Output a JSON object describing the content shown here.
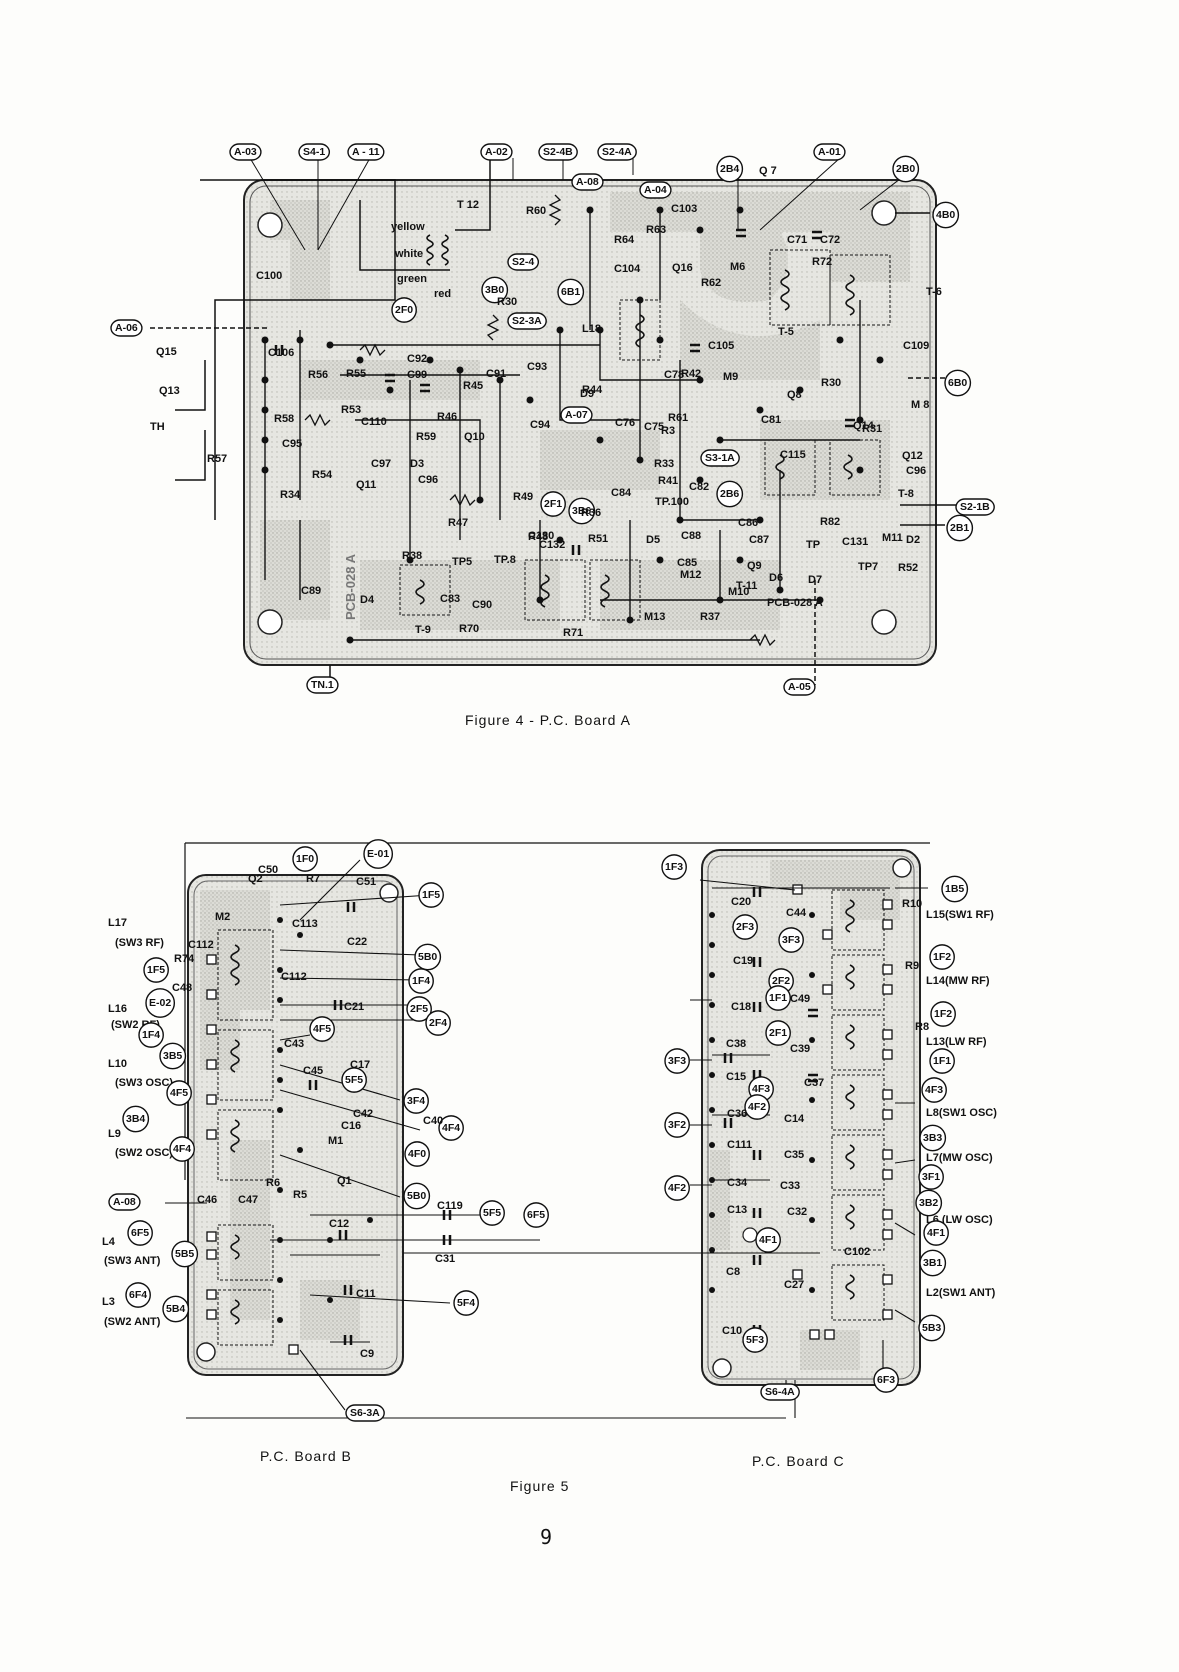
{
  "figure4": {
    "caption": "Figure 4 - P.C. Board A",
    "connectors_top": [
      "A-03",
      "S4-1",
      "A - 11",
      "A-02",
      "S2-4B",
      "S2-4A",
      "A-01",
      "A-08",
      "A-04",
      "2B4",
      "2B0",
      "4B0",
      "S2-4",
      "3B0",
      "6B1",
      "S2-3A",
      "2F0",
      "A-06",
      "6B0",
      "A-07",
      "S3-1A",
      "2B6",
      "2F1",
      "3B6",
      "S2-1B",
      "2B1",
      "TN.1",
      "A-05"
    ],
    "components": [
      "T 12",
      "yellow",
      "white",
      "green",
      "red",
      "R60",
      "Q 7",
      "C103",
      "R64",
      "R63",
      "C71",
      "C72",
      "M6",
      "R72",
      "C104",
      "Q16",
      "R62",
      "T-6",
      "R30",
      "L18",
      "T-5",
      "C105",
      "C109",
      "C100",
      "C106",
      "R56",
      "R55",
      "C92",
      "C99",
      "C91",
      "R45",
      "C93",
      "R42",
      "M9",
      "R30",
      "M 8",
      "Q15",
      "Q13",
      "R53",
      "C110",
      "D9",
      "R44",
      "C78",
      "Q8",
      "R58",
      "R46",
      "R59",
      "Q10",
      "C94",
      "R61",
      "C75",
      "C81",
      "Q14",
      "TH",
      "C95",
      "C97",
      "D3",
      "R3",
      "C76",
      "R31",
      "Q12",
      "R57",
      "R54",
      "C96",
      "R34",
      "R33",
      "C115",
      "C96",
      "Q11",
      "R41",
      "C82",
      "T-8",
      "R49",
      "R36",
      "C84",
      "TP.100",
      "R82",
      "R47",
      "R48",
      "C130",
      "C88",
      "C86",
      "C87",
      "TP",
      "C131",
      "C132",
      "M11",
      "R51",
      "D5",
      "C85",
      "Q9",
      "D6",
      "D7",
      "D2",
      "TP7",
      "R52",
      "R38",
      "TP5",
      "TP.8",
      "M12",
      "M10",
      "T-11",
      "PCB-028 A",
      "C89",
      "D4",
      "C83",
      "C90",
      "M13",
      "R37",
      "T-9",
      "R70",
      "R71"
    ]
  },
  "figure5": {
    "caption": "Figure 5",
    "boardB": {
      "caption": "P.C. Board B",
      "left_labels": [
        "L17",
        "(SW3 RF)",
        "L16",
        "(SW2 RF)",
        "L10",
        "(SW3 OSC)",
        "L9",
        "(SW2 OSC)",
        "L4",
        "(SW3 ANT)",
        "L3",
        "(SW2 ANT)"
      ],
      "connectors": [
        "1F0",
        "E-01",
        "1F5",
        "5B0",
        "1F5",
        "1F4",
        "E-02",
        "2F5",
        "2F4",
        "1F4",
        "4F5",
        "3B5",
        "5F5",
        "4F5",
        "3F4",
        "3B4",
        "4F4",
        "4F4",
        "4F0",
        "A-08",
        "5B0",
        "6F5",
        "5F5",
        "6F5",
        "5B5",
        "6F4",
        "5B4",
        "5F4",
        "S6-3A"
      ],
      "components": [
        "C50",
        "Q2",
        "R7",
        "C51",
        "M2",
        "C113",
        "C22",
        "C112",
        "R74",
        "C48",
        "C112",
        "C21",
        "C43",
        "C45",
        "C17",
        "C42",
        "C16",
        "C40",
        "M1",
        "Q1",
        "R6",
        "R5",
        "C46",
        "C47",
        "C119",
        "C12",
        "C31",
        "C11",
        "C9"
      ]
    },
    "boardC": {
      "caption": "P.C. Board C",
      "right_labels": [
        "L15(SW1 RF)",
        "L14(MW RF)",
        "L13(LW RF)",
        "L8(SW1 OSC)",
        "L7(MW OSC)",
        "L6 (LW OSC)",
        "L2(SW1 ANT)"
      ],
      "connectors": [
        "1F3",
        "1B5",
        "2F3",
        "1F2",
        "3F3",
        "2F2",
        "1F1",
        "2F1",
        "1F2",
        "1F1",
        "3F3",
        "4F3",
        "4F3",
        "3F2",
        "4F2",
        "3B3",
        "4F2",
        "3F1",
        "3B2",
        "4F1",
        "4F1",
        "3B1",
        "5F3",
        "5B3",
        "S6-4A",
        "6F3"
      ],
      "components": [
        "R10",
        "C20",
        "C44",
        "C19",
        "R9",
        "C18",
        "C49",
        "R8",
        "C38",
        "C39",
        "C15",
        "C37",
        "C36",
        "C14",
        "C111",
        "C35",
        "C34",
        "C33",
        "C13",
        "C32",
        "C102",
        "C8",
        "C27",
        "C10"
      ]
    }
  },
  "page_number": "9"
}
